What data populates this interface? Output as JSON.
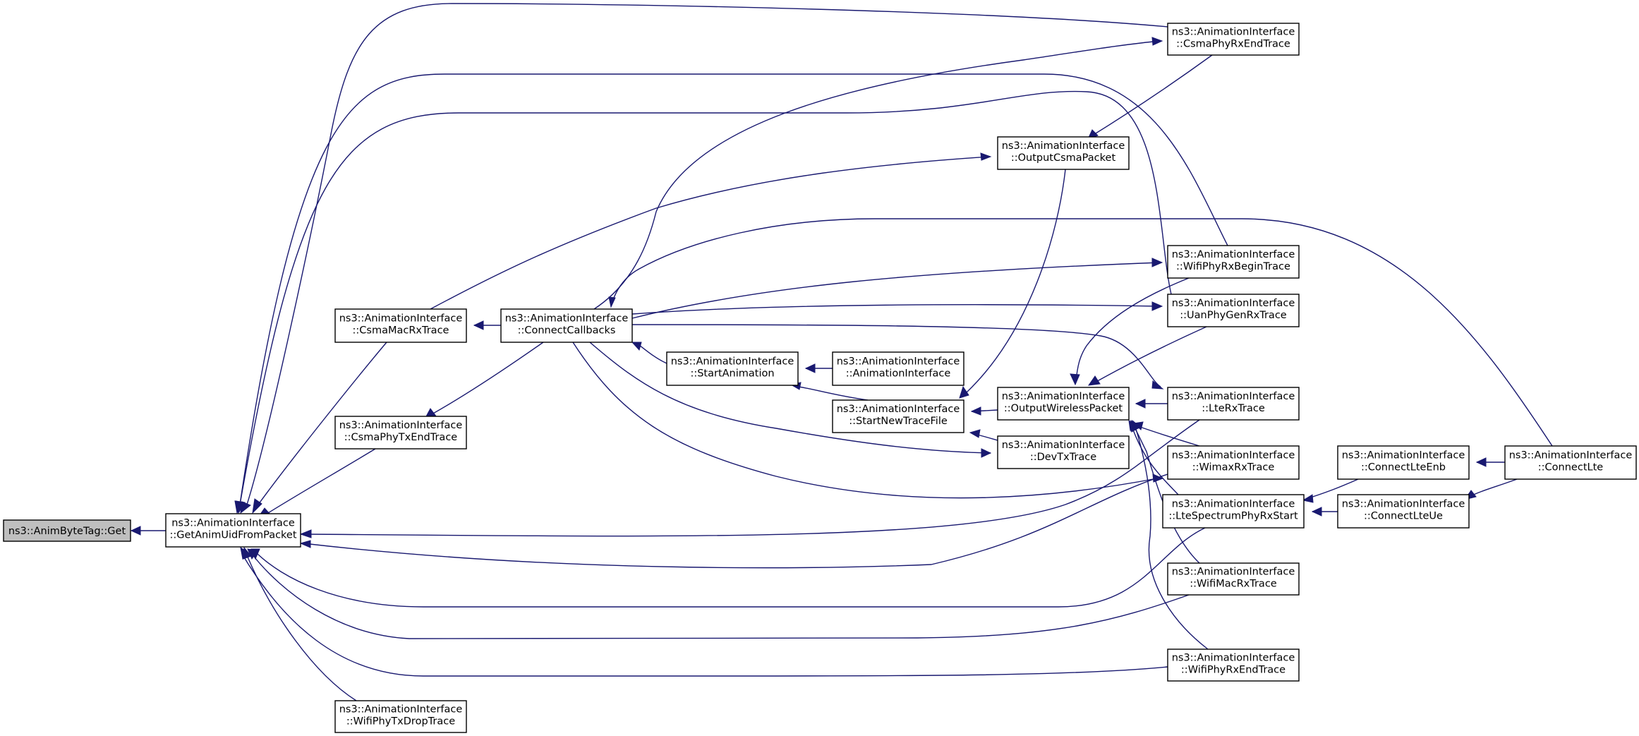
{
  "graph": {
    "colors": {
      "edge": "#191970",
      "node_fill": "#ffffff",
      "root_fill": "#bfbfbf",
      "border": "#000000"
    },
    "nodes": [
      {
        "id": "anim_get",
        "lines": [
          "ns3::AnimByteTag::Get"
        ],
        "root": true
      },
      {
        "id": "get_uid",
        "lines": [
          "ns3::AnimationInterface",
          "::GetAnimUidFromPacket"
        ]
      },
      {
        "id": "csma_mac_rx",
        "lines": [
          "ns3::AnimationInterface",
          "::CsmaMacRxTrace"
        ]
      },
      {
        "id": "csma_phy_tx_end",
        "lines": [
          "ns3::AnimationInterface",
          "::CsmaPhyTxEndTrace"
        ]
      },
      {
        "id": "wifi_phy_tx_drop",
        "lines": [
          "ns3::AnimationInterface",
          "::WifiPhyTxDropTrace"
        ]
      },
      {
        "id": "connect_cb",
        "lines": [
          "ns3::AnimationInterface",
          "::ConnectCallbacks"
        ]
      },
      {
        "id": "start_anim",
        "lines": [
          "ns3::AnimationInterface",
          "::StartAnimation"
        ]
      },
      {
        "id": "anim_iface",
        "lines": [
          "ns3::AnimationInterface",
          "::AnimationInterface"
        ]
      },
      {
        "id": "start_new_trace",
        "lines": [
          "ns3::AnimationInterface",
          "::StartNewTraceFile"
        ]
      },
      {
        "id": "output_csma",
        "lines": [
          "ns3::AnimationInterface",
          "::OutputCsmaPacket"
        ]
      },
      {
        "id": "output_wireless",
        "lines": [
          "ns3::AnimationInterface",
          "::OutputWirelessPacket"
        ]
      },
      {
        "id": "dev_tx",
        "lines": [
          "ns3::AnimationInterface",
          "::DevTxTrace"
        ]
      },
      {
        "id": "csma_phy_rx_end",
        "lines": [
          "ns3::AnimationInterface",
          "::CsmaPhyRxEndTrace"
        ]
      },
      {
        "id": "wifi_phy_rx_begin",
        "lines": [
          "ns3::AnimationInterface",
          "::WifiPhyRxBeginTrace"
        ]
      },
      {
        "id": "uan_phy_gen_rx",
        "lines": [
          "ns3::AnimationInterface",
          "::UanPhyGenRxTrace"
        ]
      },
      {
        "id": "lte_rx",
        "lines": [
          "ns3::AnimationInterface",
          "::LteRxTrace"
        ]
      },
      {
        "id": "wimax_rx",
        "lines": [
          "ns3::AnimationInterface",
          "::WimaxRxTrace"
        ]
      },
      {
        "id": "lte_spectrum",
        "lines": [
          "ns3::AnimationInterface",
          "::LteSpectrumPhyRxStart"
        ]
      },
      {
        "id": "wifi_mac_rx",
        "lines": [
          "ns3::AnimationInterface",
          "::WifiMacRxTrace"
        ]
      },
      {
        "id": "wifi_phy_rx_end",
        "lines": [
          "ns3::AnimationInterface",
          "::WifiPhyRxEndTrace"
        ]
      },
      {
        "id": "connect_lte_enb",
        "lines": [
          "ns3::AnimationInterface",
          "::ConnectLteEnb"
        ]
      },
      {
        "id": "connect_lte_ue",
        "lines": [
          "ns3::AnimationInterface",
          "::ConnectLteUe"
        ]
      },
      {
        "id": "connect_lte",
        "lines": [
          "ns3::AnimationInterface",
          "::ConnectLte"
        ]
      }
    ],
    "edges": [
      {
        "from": "get_uid",
        "to": "anim_get"
      },
      {
        "from": "csma_mac_rx",
        "to": "get_uid"
      },
      {
        "from": "csma_phy_tx_end",
        "to": "get_uid"
      },
      {
        "from": "wifi_phy_tx_drop",
        "to": "get_uid"
      },
      {
        "from": "csma_phy_rx_end",
        "to": "get_uid"
      },
      {
        "from": "wifi_phy_rx_begin",
        "to": "get_uid"
      },
      {
        "from": "uan_phy_gen_rx",
        "to": "get_uid"
      },
      {
        "from": "lte_rx",
        "to": "get_uid"
      },
      {
        "from": "wimax_rx",
        "to": "get_uid"
      },
      {
        "from": "lte_spectrum",
        "to": "get_uid"
      },
      {
        "from": "wifi_mac_rx",
        "to": "get_uid"
      },
      {
        "from": "wifi_phy_rx_end",
        "to": "get_uid"
      },
      {
        "from": "connect_cb",
        "to": "csma_mac_rx"
      },
      {
        "from": "connect_cb",
        "to": "csma_phy_tx_end"
      },
      {
        "from": "start_anim",
        "to": "connect_cb"
      },
      {
        "from": "anim_iface",
        "to": "start_anim"
      },
      {
        "from": "start_new_trace",
        "to": "start_anim"
      },
      {
        "from": "output_wireless",
        "to": "start_new_trace"
      },
      {
        "from": "output_csma",
        "to": "start_new_trace"
      },
      {
        "from": "dev_tx",
        "to": "start_new_trace"
      },
      {
        "from": "csma_mac_rx",
        "to": "output_csma"
      },
      {
        "from": "csma_phy_rx_end",
        "to": "output_csma"
      },
      {
        "from": "connect_cb",
        "to": "csma_phy_rx_end"
      },
      {
        "from": "connect_cb",
        "to": "wifi_phy_rx_begin"
      },
      {
        "from": "connect_cb",
        "to": "uan_phy_gen_rx"
      },
      {
        "from": "connect_cb",
        "to": "lte_rx"
      },
      {
        "from": "connect_cb",
        "to": "dev_tx"
      },
      {
        "from": "connect_cb",
        "to": "wimax_rx"
      },
      {
        "from": "connect_lte",
        "to": "connect_cb"
      },
      {
        "from": "wifi_phy_rx_begin",
        "to": "output_wireless"
      },
      {
        "from": "uan_phy_gen_rx",
        "to": "output_wireless"
      },
      {
        "from": "lte_rx",
        "to": "output_wireless"
      },
      {
        "from": "wimax_rx",
        "to": "output_wireless"
      },
      {
        "from": "lte_spectrum",
        "to": "output_wireless"
      },
      {
        "from": "wifi_mac_rx",
        "to": "output_wireless"
      },
      {
        "from": "wifi_phy_rx_end",
        "to": "output_wireless"
      },
      {
        "from": "connect_lte_enb",
        "to": "lte_spectrum"
      },
      {
        "from": "connect_lte_ue",
        "to": "lte_spectrum"
      },
      {
        "from": "connect_lte",
        "to": "connect_lte_enb"
      },
      {
        "from": "connect_lte",
        "to": "connect_lte_ue"
      }
    ]
  }
}
